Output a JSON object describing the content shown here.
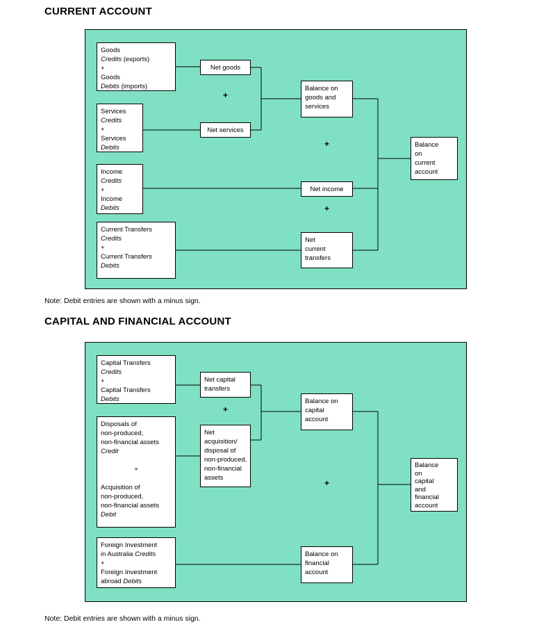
{
  "colors": {
    "panel_background": "#80E0C4"
  },
  "current": {
    "title": "CURRENT ACCOUNT",
    "note": "Note: Debit entries are shown with a minus sign.",
    "plus": "+",
    "boxes": {
      "goods": [
        "Goods",
        [
          {
            "t": "Credits",
            "i": true
          },
          " (exports)"
        ],
        "+",
        "Goods",
        [
          {
            "t": "Debits",
            "i": true
          },
          " (imports)"
        ]
      ],
      "services": [
        "Services",
        [
          {
            "t": "Credits",
            "i": true
          }
        ],
        "+",
        "Services",
        [
          {
            "t": "Debits",
            "i": true
          }
        ]
      ],
      "income": [
        "Income",
        [
          {
            "t": "Credits",
            "i": true
          }
        ],
        "+",
        "Income",
        [
          {
            "t": "Debits",
            "i": true
          }
        ]
      ],
      "current_transfers": [
        "Current Transfers",
        [
          {
            "t": "Credits",
            "i": true
          }
        ],
        "+",
        "Current Transfers",
        [
          {
            "t": "Debits",
            "i": true
          }
        ]
      ],
      "net_goods": [
        "Net goods"
      ],
      "net_services": [
        "Net services"
      ],
      "net_income": [
        "Net income"
      ],
      "net_current_transfers": [
        "Net",
        "current",
        "transfers"
      ],
      "balance_goods_services": [
        "Balance on",
        "goods and",
        "services"
      ],
      "balance_current_account": [
        "Balance",
        "on",
        "current",
        "account"
      ]
    }
  },
  "capital": {
    "title": "CAPITAL AND FINANCIAL ACCOUNT",
    "note": "Note: Debit entries are shown with a minus sign.",
    "plus": "+",
    "boxes": {
      "capital_transfers": [
        "Capital Transfers",
        [
          {
            "t": "Credits",
            "i": true
          }
        ],
        "+",
        "Capital Transfers",
        [
          {
            "t": "Debits",
            "i": true
          }
        ]
      ],
      "disposals_acquisition": [
        "Disposals of",
        "non-produced,",
        "non-financial assets",
        [
          {
            "t": "Credit",
            "i": true
          }
        ],
        "",
        [
          {
            "t": "+",
            "c": true
          }
        ],
        "",
        "Acquisition of",
        "non-produced,",
        "non-financial assets",
        [
          {
            "t": "Debit",
            "i": true
          }
        ]
      ],
      "foreign_investment": [
        "Foreign Investment",
        [
          "in Australia ",
          {
            "t": "Credits",
            "i": true
          }
        ],
        "+",
        "Foreign Investment",
        [
          "abroad ",
          {
            "t": "Debits",
            "i": true
          }
        ]
      ],
      "net_capital_transfers": [
        "Net capital",
        "transfers"
      ],
      "net_acquisition_disposal": [
        "Net",
        "acquisition/",
        "disposal of",
        "non-produced,",
        "non-financial",
        "assets"
      ],
      "balance_capital_account": [
        "Balance on",
        "capital",
        "account"
      ],
      "balance_financial_account": [
        "Balance on",
        "financial",
        "account"
      ],
      "balance_capital_financial_account": [
        "Balance",
        "on",
        "capital",
        "and",
        "financial",
        "account"
      ]
    }
  }
}
